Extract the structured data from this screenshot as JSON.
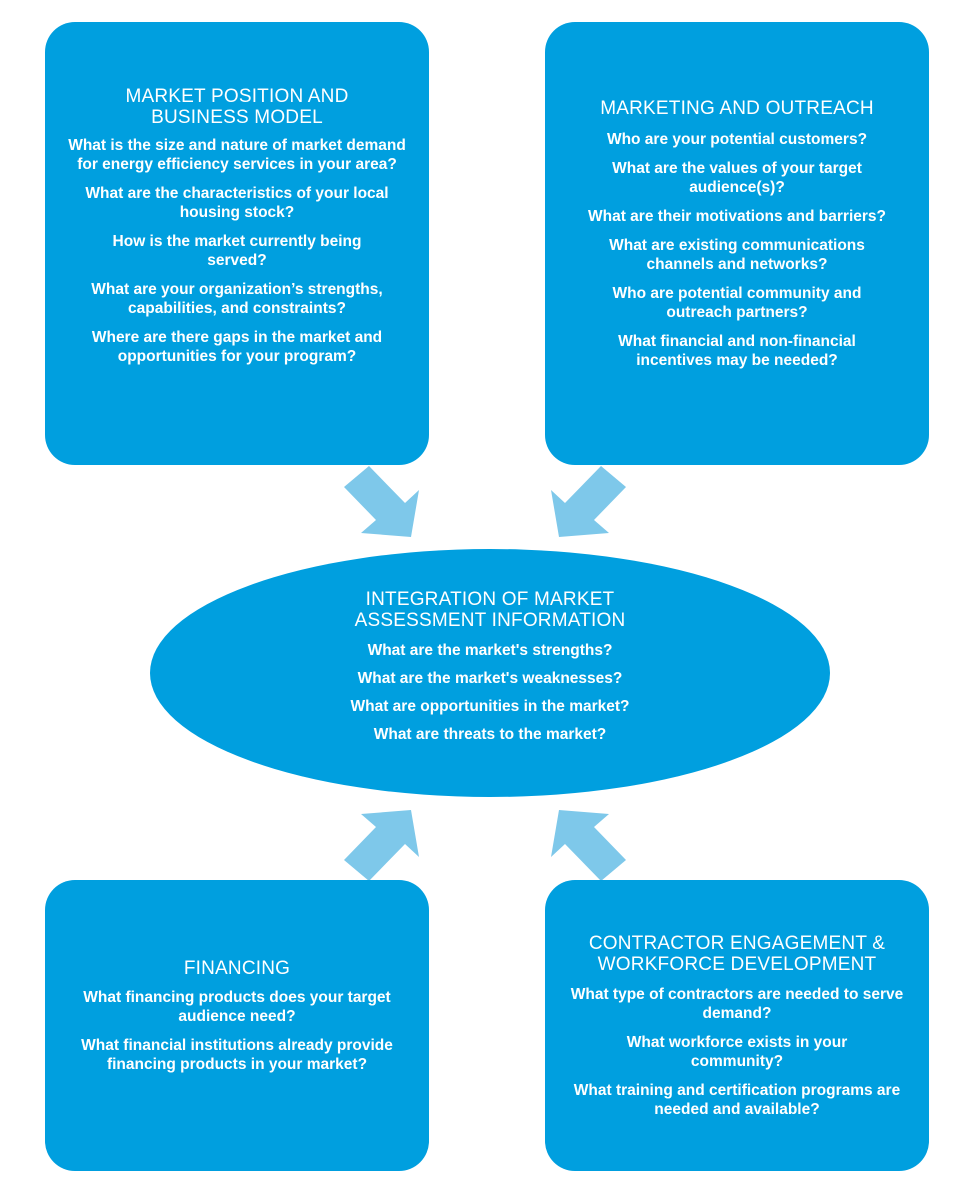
{
  "colors": {
    "box_fill": "#009fdf",
    "arrow_fill": "#7ec8ea",
    "text": "#ffffff"
  },
  "boxes": {
    "market_position": {
      "title_line1": "MARKET POSITION AND",
      "title_line2": "BUSINESS MODEL",
      "questions": [
        "What is the size and nature of market demand for energy efficiency  services in your area?",
        "What are the characteristics of your local housing stock?",
        "How is the market currently being served?",
        "What are your organization’s strengths, capabilities, and constraints?",
        "Where are there gaps in the market and opportunities for your program?"
      ]
    },
    "marketing": {
      "title": "MARKETING AND OUTREACH",
      "questions": [
        "Who are your potential customers?",
        "What are the values of your target audience(s)?",
        "What are their motivations and barriers?",
        "What are existing communications channels and networks?",
        "Who are potential community and outreach partners?",
        "What financial and non-financial incentives may be needed?"
      ]
    },
    "integration": {
      "title_line1": "INTEGRATION OF MARKET",
      "title_line2": "ASSESSMENT INFORMATION",
      "questions": [
        "What are the market's strengths?",
        "What are the market's weaknesses?",
        "What are opportunities in the market?",
        "What are threats to the market?"
      ]
    },
    "financing": {
      "title": "FINANCING",
      "questions": [
        "What financing products does your target audience need?",
        "What financial institutions already provide financing products in your market?"
      ]
    },
    "contractor": {
      "title_line1": "CONTRACTOR ENGAGEMENT &",
      "title_line2": "WORKFORCE DEVELOPMENT",
      "questions": [
        "What type of contractors are needed to serve demand?",
        "What workforce exists in your community?",
        "What training and certification programs are needed and available?"
      ]
    }
  }
}
